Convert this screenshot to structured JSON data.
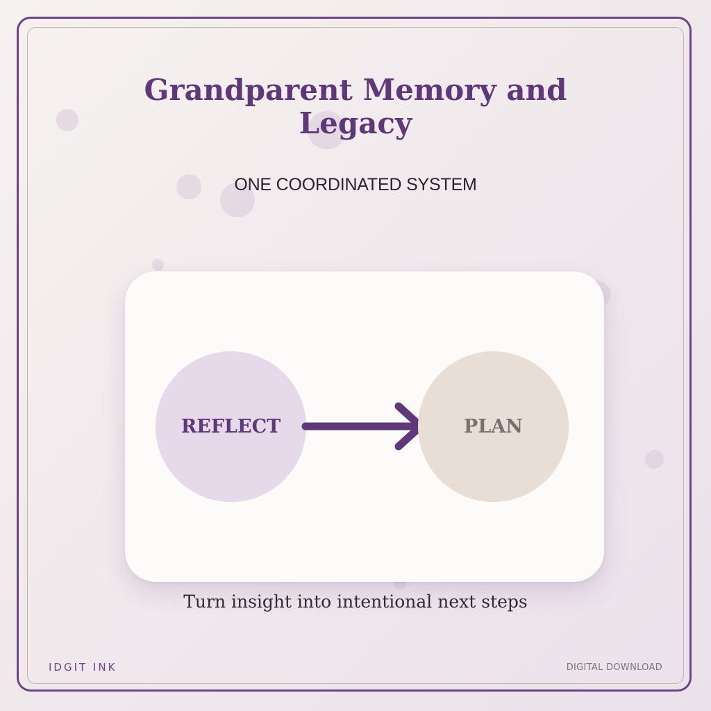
{
  "header": {
    "title": "Grandparent Memory and Legacy",
    "subtitle": "ONE COORDINATED SYSTEM"
  },
  "flow": {
    "from_label": "REFLECT",
    "to_label": "PLAN",
    "arrow_icon": "arrow-right-icon"
  },
  "caption": "Turn insight into intentional next steps",
  "footer": {
    "brand": "IDGIT INK",
    "download_label": "DIGITAL DOWNLOAD"
  },
  "colors": {
    "accent": "#5e3878",
    "frame": "#6b4585",
    "reflect_fill": "#e5d9ea",
    "plan_fill": "#e8ded6",
    "card_background": "#fcfbf9"
  }
}
